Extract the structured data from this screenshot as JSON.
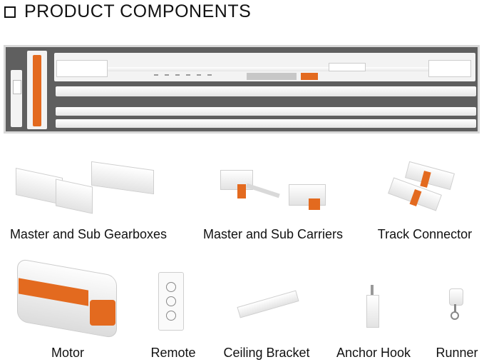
{
  "header": {
    "title": "PRODUCT COMPONENTS",
    "bullet_icon": "square-bullet-icon"
  },
  "tray": {
    "label": "components-tray"
  },
  "components": [
    {
      "label": "Master and Sub Gearboxes",
      "icon": "gearbox-icon"
    },
    {
      "label": "Master and Sub Carriers",
      "icon": "carrier-icon"
    },
    {
      "label": "Track Connector",
      "icon": "connector-icon"
    },
    {
      "label": "Motor",
      "icon": "motor-icon"
    },
    {
      "label": "Remote",
      "icon": "remote-icon"
    },
    {
      "label": "Ceiling Bracket",
      "icon": "bracket-icon"
    },
    {
      "label": "Anchor Hook",
      "icon": "hook-icon"
    },
    {
      "label": "Runner",
      "icon": "runner-icon"
    }
  ],
  "colors": {
    "accent": "#e36a1f",
    "tray": "#5f5f5f"
  }
}
